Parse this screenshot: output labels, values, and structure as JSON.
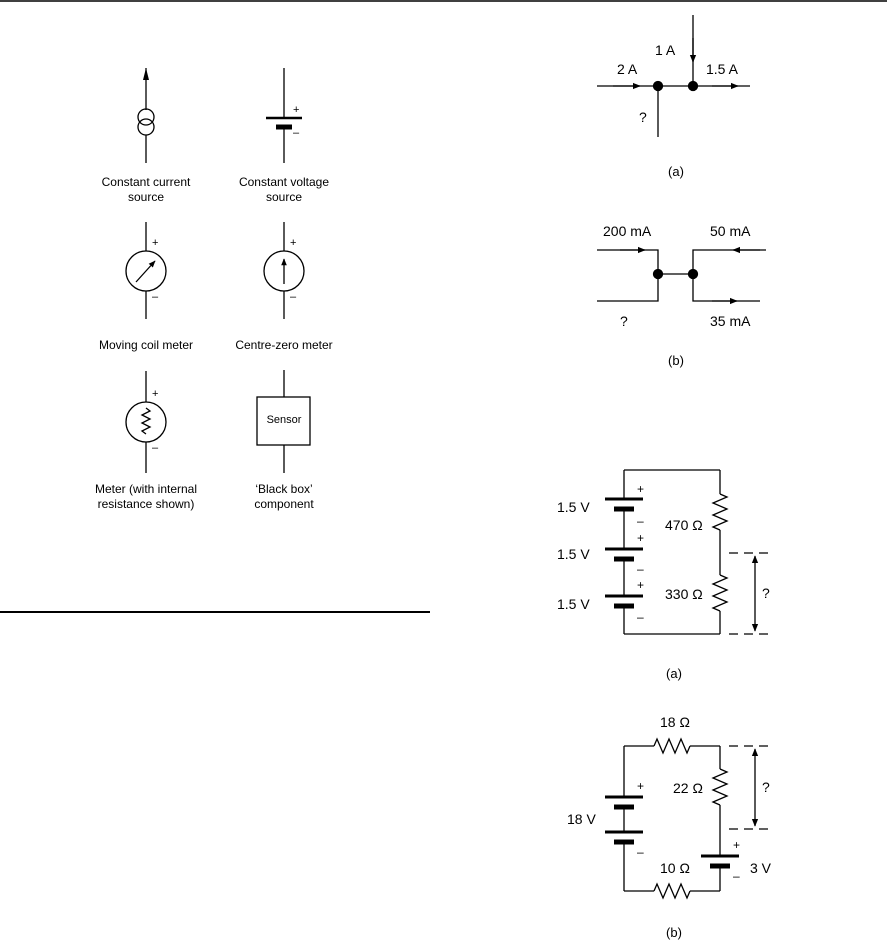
{
  "symbols": {
    "current_source": {
      "line1": "Constant current",
      "line2": "source"
    },
    "voltage_source": {
      "line1": "Constant voltage",
      "line2": "source"
    },
    "moving_coil": {
      "label": "Moving coil meter"
    },
    "centre_zero": {
      "label": "Centre-zero meter"
    },
    "meter_internal": {
      "line1": "Meter (with internal",
      "line2": "resistance shown)"
    },
    "black_box": {
      "line1": "‘Black box’",
      "line2": "component",
      "box_text": "Sensor"
    },
    "plus": "+",
    "minus": "–"
  },
  "node_a": {
    "left_current": "2 A",
    "top_current": "1 A",
    "right_current": "1.5 A",
    "unknown": "?",
    "caption": "(a)"
  },
  "node_b": {
    "in_top_left": "200 mA",
    "in_top_right": "50 mA",
    "out_bottom_right": "35 mA",
    "unknown": "?",
    "caption": "(b)"
  },
  "circuit_a": {
    "cells": [
      "1.5 V",
      "1.5 V",
      "1.5 V"
    ],
    "r_top": "470 Ω",
    "r_bottom": "330 Ω",
    "unknown": "?",
    "caption": "(a)"
  },
  "circuit_b": {
    "r_top": "18 Ω",
    "r_right": "22 Ω",
    "r_bottom": "10 Ω",
    "battery_left": "18 V",
    "battery_right": "3 V",
    "unknown": "?",
    "caption": "(b)"
  }
}
